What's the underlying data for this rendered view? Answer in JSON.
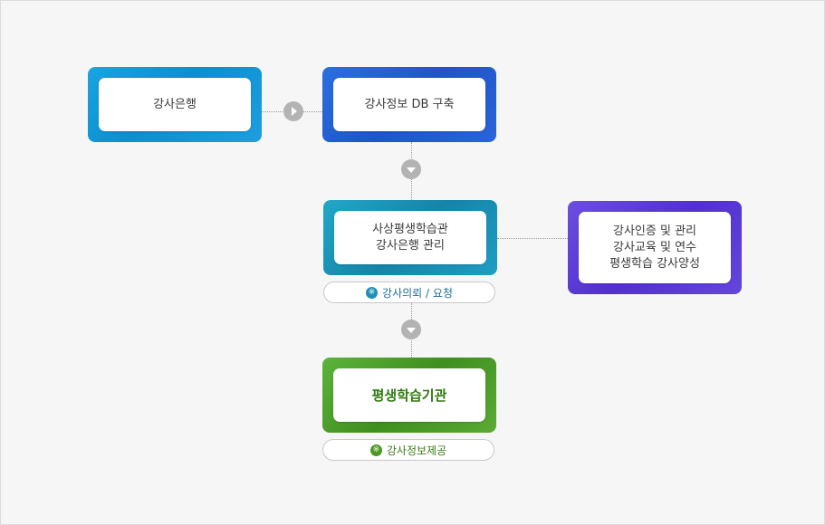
{
  "nodes": {
    "bank": {
      "label": "강사은행"
    },
    "db": {
      "label": "강사정보 DB 구축"
    },
    "management": {
      "lines": [
        "사상평생학습관",
        "강사은행 관리"
      ]
    },
    "certification": {
      "lines": [
        "강사인증 및 관리",
        "강사교육 및 연수",
        "평생학습 강사양성"
      ]
    },
    "institution": {
      "label": "평생학습기관"
    }
  },
  "badges": {
    "request": {
      "label": "강사의뢰 / 요청"
    },
    "provide": {
      "label": "강사정보제공"
    }
  },
  "badge_symbol": "※",
  "colors": {
    "bank": "#1aa4e0",
    "db": "#2560d6",
    "management": "#1b95bb",
    "certification": "#5a3ad6",
    "institution": "#4fa52c",
    "connector": "#b3b3b3"
  },
  "icons": {
    "arrow_right": "play-right-icon",
    "arrow_down": "chevron-down-icon",
    "badge": "asterisk-badge-icon"
  }
}
